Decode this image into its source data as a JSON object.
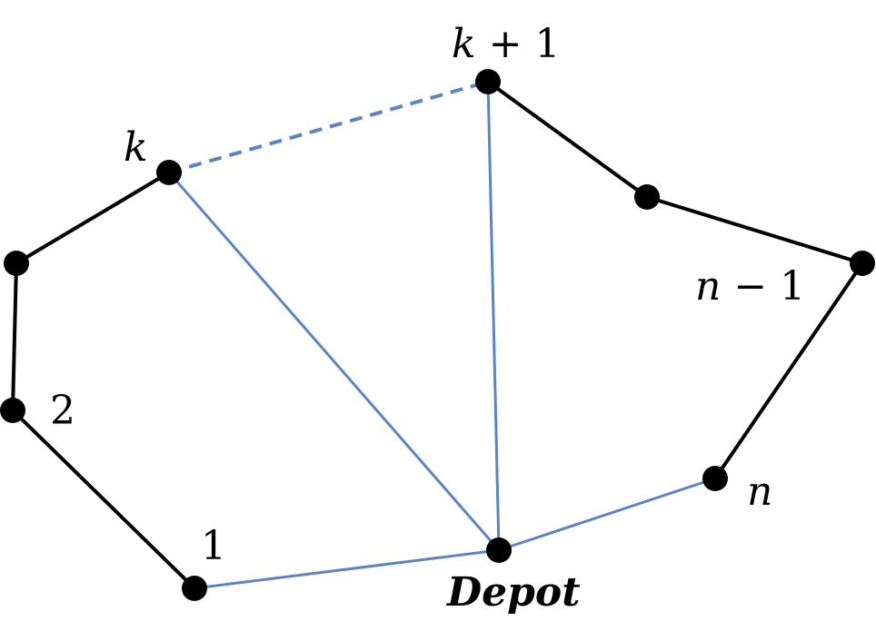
{
  "labels": {
    "k": "k",
    "k_plus_1_var": "k",
    "k_plus_1_rest": " + 1",
    "n_minus_1_var": "n",
    "n_minus_1_rest": " − 1",
    "n": "n",
    "node_1": "1",
    "node_2": "2",
    "depot": "Depot"
  },
  "colors": {
    "route_edge": "#000000",
    "depot_edge": "#5b84c4",
    "node": "#000000"
  }
}
